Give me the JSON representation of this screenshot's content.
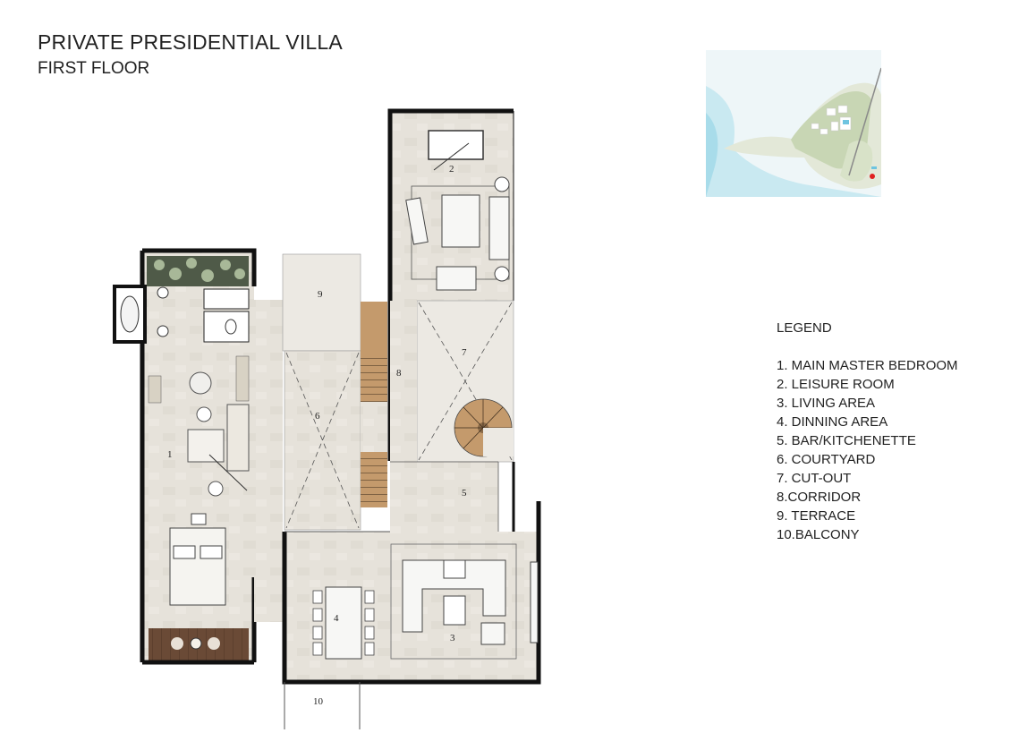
{
  "header": {
    "title": "PRIVATE PRESIDENTIAL VILLA",
    "subtitle": "FIRST FLOOR"
  },
  "legend": {
    "title": "LEGEND",
    "items": [
      "1. MAIN MASTER BEDROOM",
      "2. LEISURE ROOM",
      "3. LIVING AREA",
      "4. DINNING AREA",
      "5. BAR/KITCHENETTE",
      "6. COURTYARD",
      "7. CUT-OUT",
      "8.CORRIDOR",
      "9. TERRACE",
      "10.BALCONY"
    ]
  },
  "plan": {
    "room_numbers": [
      "1",
      "2",
      "3",
      "4",
      "5",
      "6",
      "7",
      "8",
      "9",
      "10"
    ]
  },
  "colors": {
    "floor": "#e6e2da",
    "floor_light": "#ece9e3",
    "wall": "#111111",
    "wood": "#b0875c",
    "sea": "#a8dcea",
    "land": "#dfe5d2",
    "marker": "#e02020"
  }
}
